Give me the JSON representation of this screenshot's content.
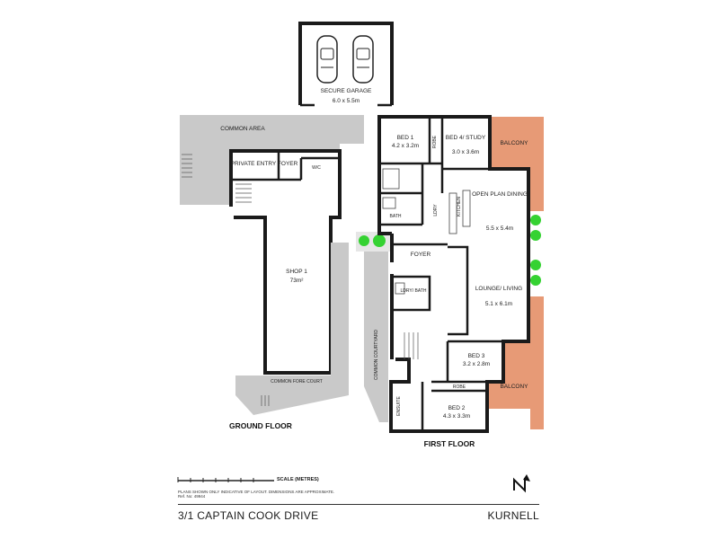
{
  "rooms": {
    "secure_garage": "SECURE GARAGE",
    "secure_garage_dims": "6.0 x 5.5m",
    "common_area": "COMMON AREA",
    "private_entry_foyer": "PRIVATE ENTRY FOYER",
    "wc": "W/C",
    "shop1": "SHOP 1",
    "shop1_area": "73m²",
    "common_fore_court": "COMMON FORE COURT",
    "common_courtyard": "COMMON COURTYARD",
    "bed1": "BED 1",
    "bed1_dims": "4.2 x 3.2m",
    "robe": "ROBE",
    "bed4": "BED 4/ STUDY",
    "bed4_dims": "3.0 x 3.6m",
    "balcony": "BALCONY",
    "kitchen": "KITCHEN",
    "ldry": "LDRY",
    "bath": "BATH",
    "open_plan_dining": "OPEN PLAN DINING",
    "open_plan_dining_dims": "5.5 x 5.4m",
    "foyer": "FOYER",
    "ldry_bath": "LDRY/ BATH",
    "lounge_living": "LOUNGE/ LIVING",
    "lounge_living_dims": "5.1 x 6.1m",
    "bed3": "BED 3",
    "bed3_dims": "3.2 x 2.8m",
    "ensuite": "ENSUITE",
    "bed2": "BED 2",
    "bed2_dims": "4.3 x 3.3m"
  },
  "floors": {
    "ground": "GROUND FLOOR",
    "first": "FIRST FLOOR"
  },
  "scale": {
    "label": "SCALE (METRES)"
  },
  "disclaimer": {
    "line1": "PLANS SHOWN ONLY INDICATIVE OF LAYOUT. DIMENSIONS ARE APPROXIMATE.",
    "line2": "Ref. No: 49944"
  },
  "footer": {
    "address": "3/1 CAPTAIN COOK DRIVE",
    "suburb": "KURNELL"
  },
  "colors": {
    "walls": "#1a1a1a",
    "common_area": "#c9c9c9",
    "balcony": "#e79a76",
    "plants": "#35d232"
  },
  "icons": [
    "car-icon",
    "stairs-icon",
    "plant-icon",
    "north-arrow-icon"
  ]
}
